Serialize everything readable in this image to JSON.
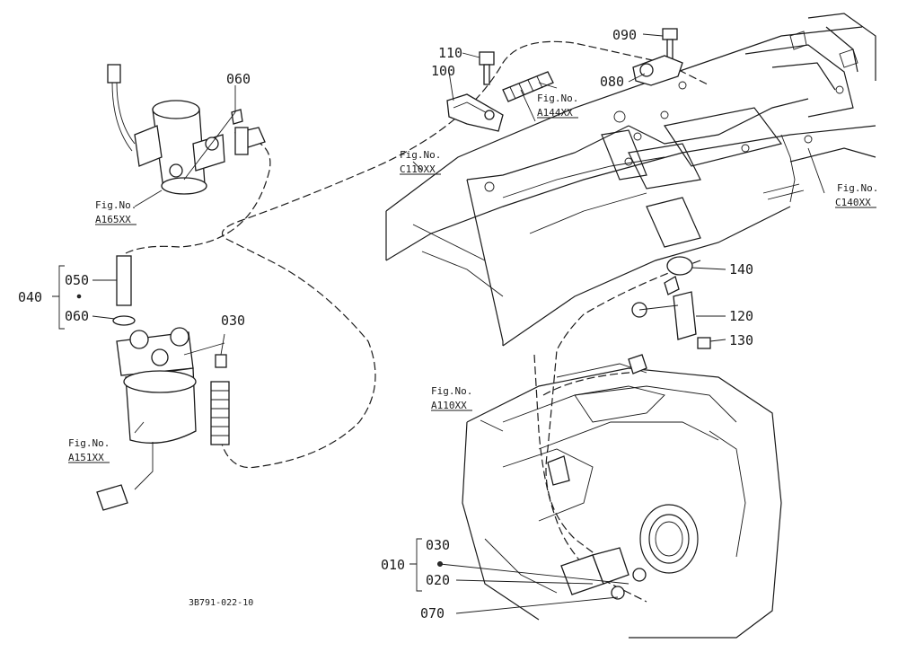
{
  "callouts": {
    "p110": "110",
    "p100": "100",
    "p090": "090",
    "p080": "080",
    "p060_top": "060",
    "p050": "050",
    "p040": "040",
    "p060_mid": "060",
    "p030_mid": "030",
    "p140": "140",
    "p120": "120",
    "p130": "130",
    "p010": "010",
    "p030_bot": "030",
    "p020": "020",
    "p070": "070"
  },
  "figure_refs": {
    "a144": {
      "line1": "Fig.No.",
      "line2": "A144XX"
    },
    "c110": {
      "line1": "Fig.No.",
      "line2": "C110XX"
    },
    "c140": {
      "line1": "Fig.No.",
      "line2": "C140XX"
    },
    "a165": {
      "line1": "Fig.No.",
      "line2": "A165XX"
    },
    "a151": {
      "line1": "Fig.No.",
      "line2": "A151XX"
    },
    "a110": {
      "line1": "Fig.No.",
      "line2": "A110XX"
    }
  },
  "drawing_number": "3B791-022-10",
  "colors": {
    "ink": "#1a1a1a",
    "paper": "#ffffff"
  }
}
